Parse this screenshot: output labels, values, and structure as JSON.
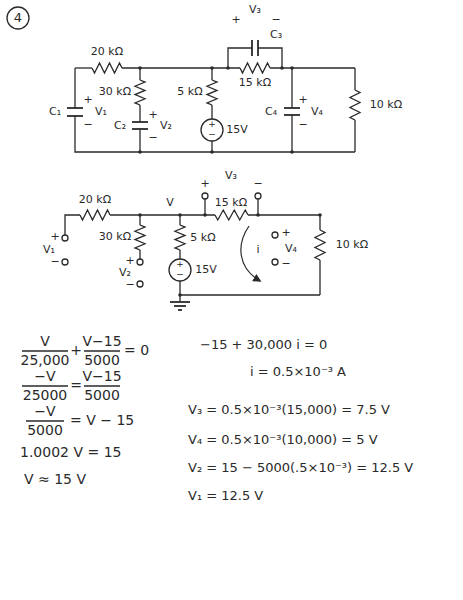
{
  "diagram": {
    "labels": [
      "4",
      "V₃",
      "+",
      "−",
      "C₃",
      "20 kΩ",
      "15 kΩ",
      "C₁",
      "+",
      "V₁",
      "−",
      "30 kΩ",
      "C₂",
      "+",
      "V₂",
      "−",
      "5 kΩ",
      "+",
      "−",
      "15V",
      "C₄",
      "+",
      "V₄",
      "−",
      "10 kΩ",
      "V₃",
      "+",
      "−",
      "20 kΩ",
      "V",
      "15 kΩ",
      "+",
      "V₁",
      "−",
      "30 kΩ",
      "+",
      "V₂",
      "−",
      "5 kΩ",
      "+",
      "−",
      "15V",
      "i",
      "+",
      "V₄",
      "−",
      "10 kΩ",
      "V",
      "25,000",
      "+",
      "V−15",
      "5000",
      "= 0",
      "−V",
      "25000",
      "=",
      "V−15",
      "5000",
      "−V",
      "5000",
      "= V − 15",
      "1.0002 V = 15",
      "V ≈ 15 V",
      "−15 + 30,000 i = 0",
      "i = 0.5×10⁻³ A",
      "V₃ = 0.5×10⁻³(15,000) = 7.5 V",
      "V₄ = 0.5×10⁻³(10,000) = 5 V",
      "V₂ = 15 − 5000(.5×10⁻³) = 12.5 V",
      "V₁ = 12.5 V"
    ]
  }
}
